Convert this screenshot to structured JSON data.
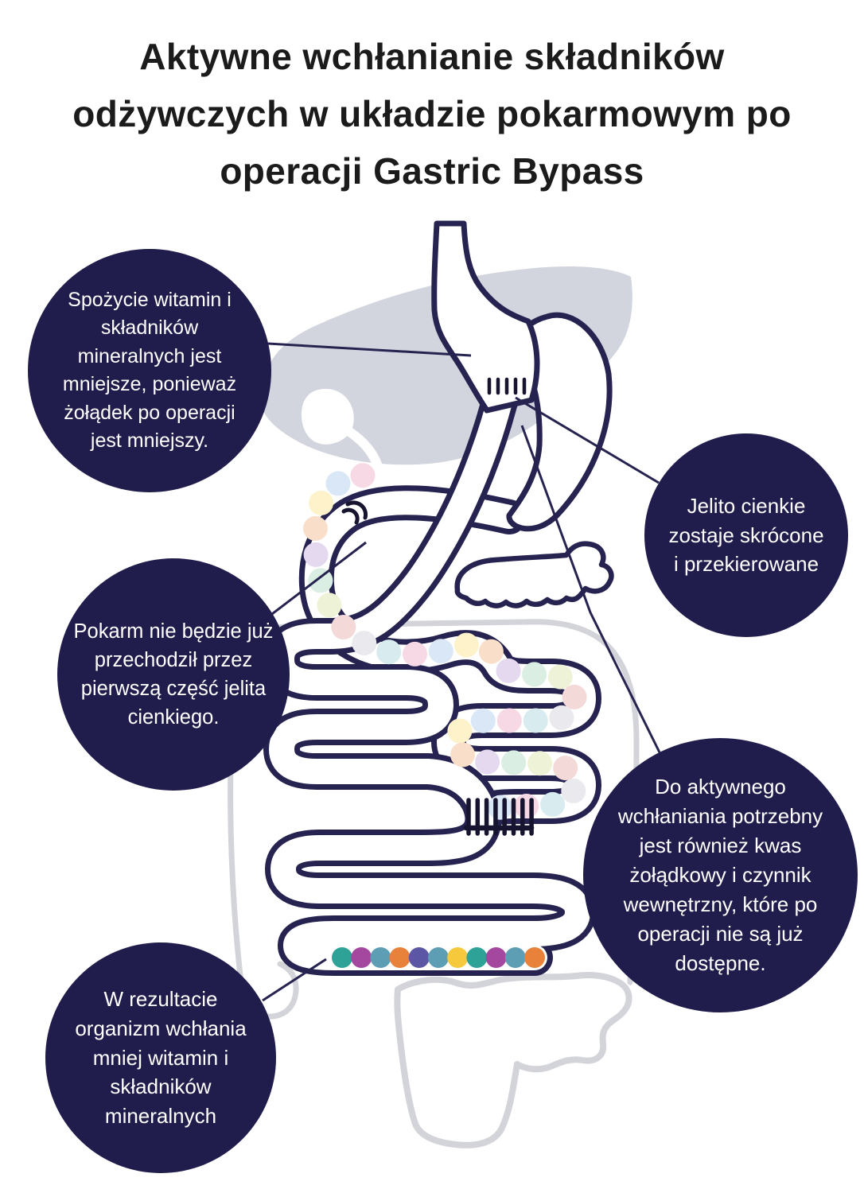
{
  "title": {
    "lines": [
      "Aktywne wchłanianie składników",
      "odżywczych w układzie pokarmowym po",
      "operacji Gastric Bypass"
    ]
  },
  "callouts": {
    "intake": "Spożycie witamin i składników mineralnych jest mniejsze, ponieważ żołądek po operacji jest mniejszy.",
    "food_path": "Pokarm nie będzie już przechodził przez pierwszą część jelita cienkiego.",
    "intestine": "Jelito cienkie zostaje skrócone i przekierowane",
    "active_absorption": "Do aktywnego wchłaniania potrzebny jest również kwas żołądkowy i czynnik wewnętrzny, które po operacji nie są już dostępne.",
    "result": "W rezultacie organizm wchłania mniej witamin i składników mineralnych"
  },
  "illustration": {
    "subject": "Układ pokarmowy po operacji Gastric Bypass",
    "colors": {
      "navy": "#262350",
      "bubble_navy": "#201c4b",
      "liver_gray": "#d2d4de",
      "colon_gray": "#d3d3da",
      "pastel_dots": [
        "#f7d9e6",
        "#d9e7f6",
        "#fdf2c9",
        "#f9dfc9",
        "#e4d9ef",
        "#dbeee4",
        "#eef3d8",
        "#f3d9d7",
        "#e9e9ee",
        "#d8ecf0"
      ],
      "absorbed_dots": [
        "#2ea296",
        "#a3479f",
        "#5e9eb4",
        "#e8823b",
        "#5b57a5",
        "#5e9eb4",
        "#f6c93c",
        "#2ea296",
        "#a3479f",
        "#5e9eb4",
        "#e8823b"
      ]
    }
  }
}
